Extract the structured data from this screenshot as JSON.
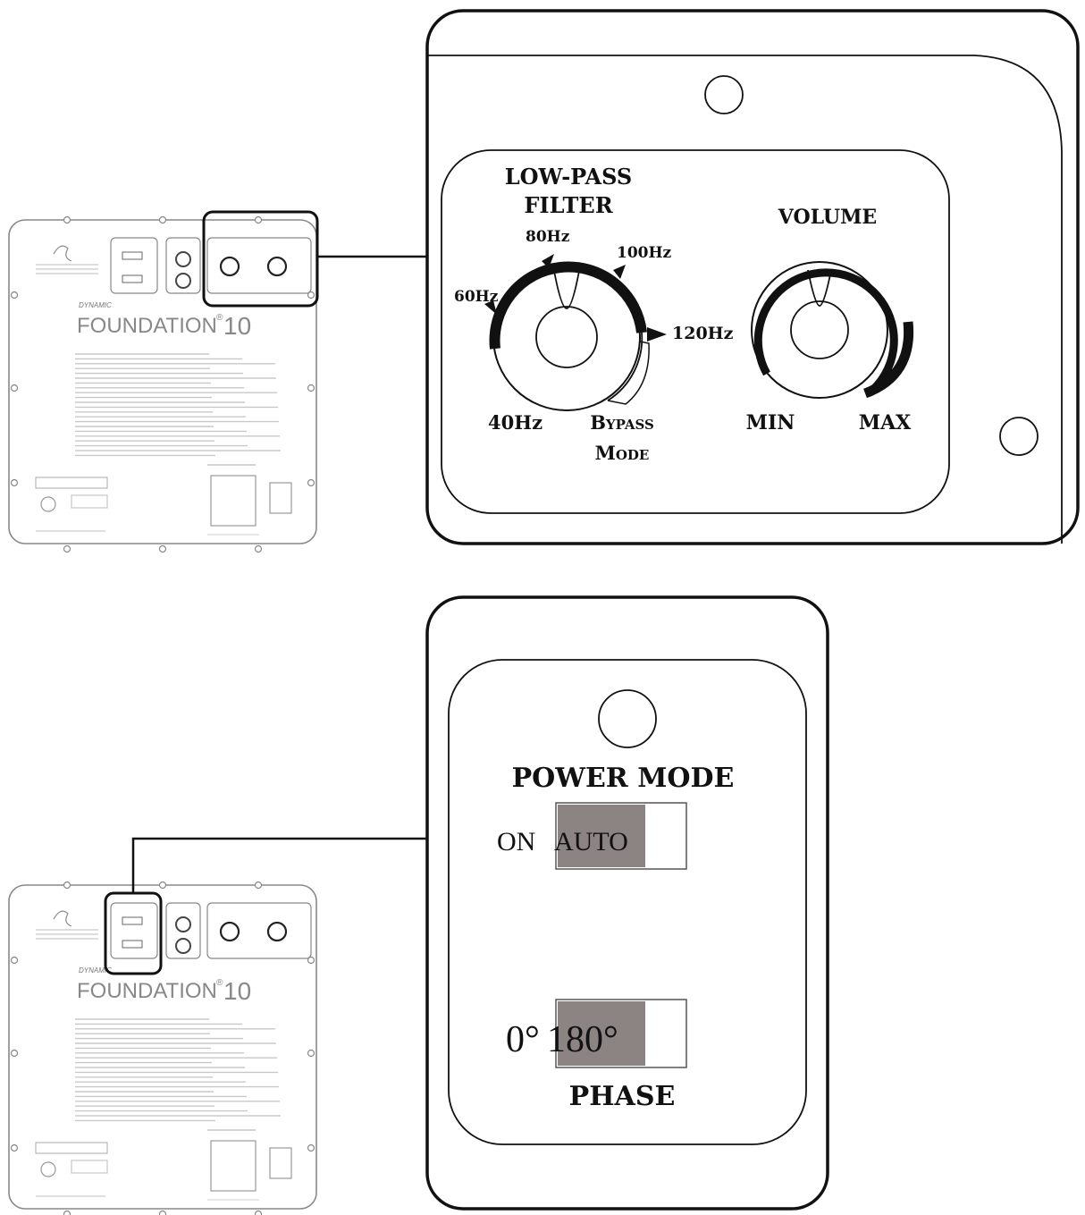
{
  "top_panel": {
    "lowpass_line1": "LOW-PASS",
    "lowpass_line2": "FILTER",
    "freq_60": "60Hz",
    "freq_80": "80Hz",
    "freq_100": "100Hz",
    "freq_120": "120Hz",
    "freq_40": "40Hz",
    "bypass_line1": "Bypass",
    "bypass_line2": "Mode",
    "volume": "VOLUME",
    "min": "MIN",
    "max": "MAX"
  },
  "bottom_panel": {
    "power_mode": "POWER MODE",
    "on": "ON",
    "auto": "AUTO",
    "zero_deg": "0°",
    "one_eighty_deg": "180°",
    "phase": "PHASE"
  },
  "thumbnail": {
    "brand_small": "DYNAMIC",
    "model_word": "FOUNDATION",
    "model_number": "10",
    "registered": "®"
  },
  "colors": {
    "switch_fill": "#8c8482",
    "stroke": "#111111",
    "thumb_stroke": "#888888"
  }
}
